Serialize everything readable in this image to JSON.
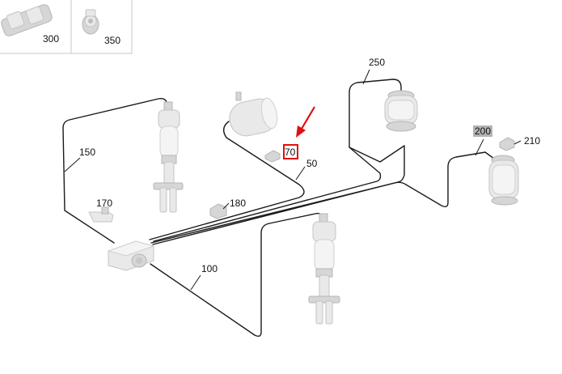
{
  "diagram": {
    "thumbnails": [
      {
        "id": "300",
        "label": "300"
      },
      {
        "id": "350",
        "label": "350"
      }
    ],
    "callouts": [
      {
        "id": "250",
        "label": "250"
      },
      {
        "id": "200",
        "label": "200",
        "highlighted": true
      },
      {
        "id": "210",
        "label": "210"
      },
      {
        "id": "150",
        "label": "150"
      },
      {
        "id": "70",
        "label": "70",
        "selected": true
      },
      {
        "id": "50",
        "label": "50"
      },
      {
        "id": "170",
        "label": "170"
      },
      {
        "id": "180",
        "label": "180"
      },
      {
        "id": "100",
        "label": "100"
      }
    ],
    "colors": {
      "selection_box": "#e01010",
      "arrow": "#e01010",
      "highlight_bg": "#b3b3b3",
      "hose": "#1a1a1a"
    }
  }
}
